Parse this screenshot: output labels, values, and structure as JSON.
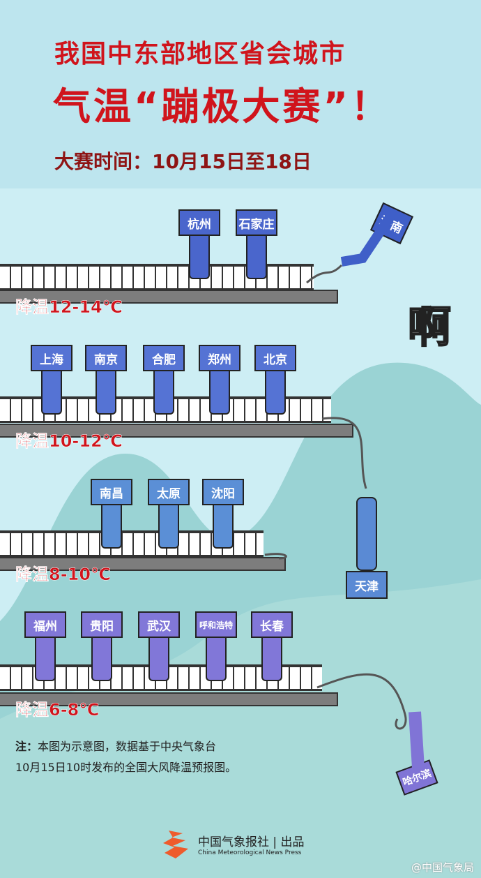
{
  "header": {
    "line1": "我国中东部地区省会城市",
    "line2": "气温“蹦极大赛”！",
    "date_label": "大赛时间：",
    "date_value": "10月15日至18日"
  },
  "groups": [
    {
      "label": "降温12-14℃",
      "color": "#4a66cc",
      "cities": [
        "杭州",
        "石家庄"
      ]
    },
    {
      "label": "降温10-12℃",
      "color": "#5573d4",
      "cities": [
        "上海",
        "南京",
        "合肥",
        "郑州",
        "北京"
      ]
    },
    {
      "label": "降温8-10℃",
      "color": "#5b8fd6",
      "cities": [
        "南昌",
        "太原",
        "沈阳"
      ]
    },
    {
      "label": "降温6-8℃",
      "color": "#8177d8",
      "cities": [
        "福州",
        "贵阳",
        "武汉",
        "呼和浩特",
        "长春"
      ]
    }
  ],
  "jumpers": [
    "济南",
    "天津",
    "哈尔滨"
  ],
  "exclamation": "啊",
  "note": {
    "prefix": "注：",
    "line1": "本图为示意图，数据基于中央气象台",
    "line2": "10月15日10时发布的全国大风降温预报图。"
  },
  "footer": {
    "publisher": "中国气象报社",
    "divider": "|",
    "suffix": "出品",
    "english": "China Meteorological News Press",
    "weibo": "@中国气象局"
  }
}
